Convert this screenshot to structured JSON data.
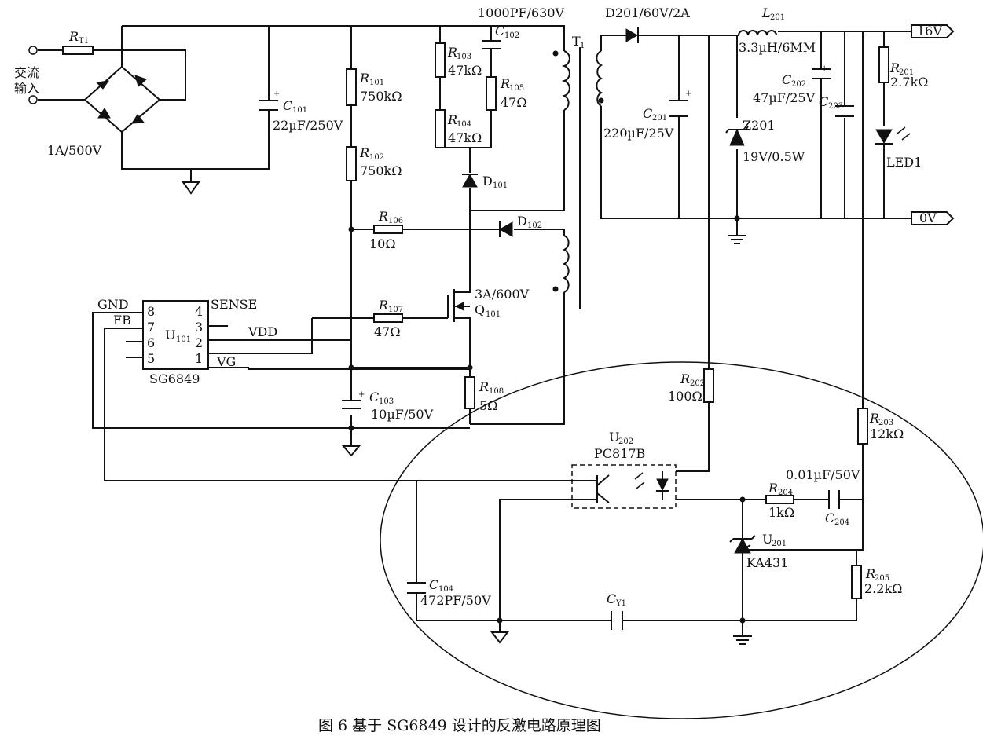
{
  "caption": "图 6  基于 SG6849 设计的反激电路原理图",
  "input": {
    "line1": "交流",
    "line2": "输入"
  },
  "labels": {
    "rt1": "R",
    "rt1_sub": "T1",
    "bridge": "1A/500V",
    "c101": "C",
    "c101_sub": "101",
    "c101_val": "22µF/250V",
    "r101": "R",
    "r101_sub": "101",
    "r101_val": "750kΩ",
    "r102": "R",
    "r102_sub": "102",
    "r102_val": "750kΩ",
    "c102_top": "1000PF/630V",
    "c102": "C",
    "c102_sub": "102",
    "r103": "R",
    "r103_sub": "103",
    "r103_val": "47kΩ",
    "r104": "R",
    "r104_sub": "104",
    "r104_val": "47kΩ",
    "r105": "R",
    "r105_sub": "105",
    "r105_val": "47Ω",
    "d101": "D",
    "d101_sub": "101",
    "t1": "T",
    "t1_sub": "1",
    "r106": "R",
    "r106_sub": "106",
    "r106_val": "10Ω",
    "d102": "D",
    "d102_sub": "102",
    "q101_val": "3A/600V",
    "q101": "Q",
    "q101_sub": "101",
    "r107": "R",
    "r107_sub": "107",
    "r107_val": "47Ω",
    "c103": "C",
    "c103_sub": "103",
    "c103_val": "10µF/50V",
    "r108": "R",
    "r108_sub": "108",
    "r108_val": "5Ω",
    "ic_pin8": "8",
    "ic_pin7": "7",
    "ic_pin6": "6",
    "ic_pin5": "5",
    "ic_pin4": "4",
    "ic_pin3": "3",
    "ic_pin2": "2",
    "ic_pin1": "1",
    "ic_gnd": "GND",
    "ic_fb": "FB",
    "ic_sense": "SENSE",
    "ic_vdd": "VDD",
    "ic_vg": "VG",
    "u101": "U",
    "u101_sub": "101",
    "ic_name": "SG6849",
    "d201": "D201/60V/2A",
    "l201": "L",
    "l201_sub": "201",
    "l201_val": "3.3µH/6MM",
    "out16": "16V",
    "out0": "0V",
    "c201": "C",
    "c201_sub": "201",
    "c201_val": "220µF/25V",
    "z201": "Z201",
    "z201_val": "19V/0.5W",
    "c202": "C",
    "c202_sub": "202",
    "c202_val": "47µF/25V",
    "c203": "C",
    "c203_sub": "203",
    "r201": "R",
    "r201_sub": "201",
    "r201_val": "2.7kΩ",
    "led1": "LED1",
    "r202": "R",
    "r202_sub": "202",
    "r202_val": "100Ω",
    "r203": "R",
    "r203_sub": "203",
    "r203_val": "12kΩ",
    "u202": "U",
    "u202_sub": "202",
    "u202_val": "PC817B",
    "c204_top": "0.01µF/50V",
    "r204": "R",
    "r204_sub": "204",
    "r204_val": "1kΩ",
    "c204": "C",
    "c204_sub": "204",
    "u201": "U",
    "u201_sub": "201",
    "u201_val": "KA431",
    "r205": "R",
    "r205_sub": "205",
    "r205_val": "2.2kΩ",
    "c104": "C",
    "c104_sub": "104",
    "c104_val": "472PF/50V",
    "cy1": "C",
    "cy1_sub": "Y1",
    "plus": "+"
  }
}
